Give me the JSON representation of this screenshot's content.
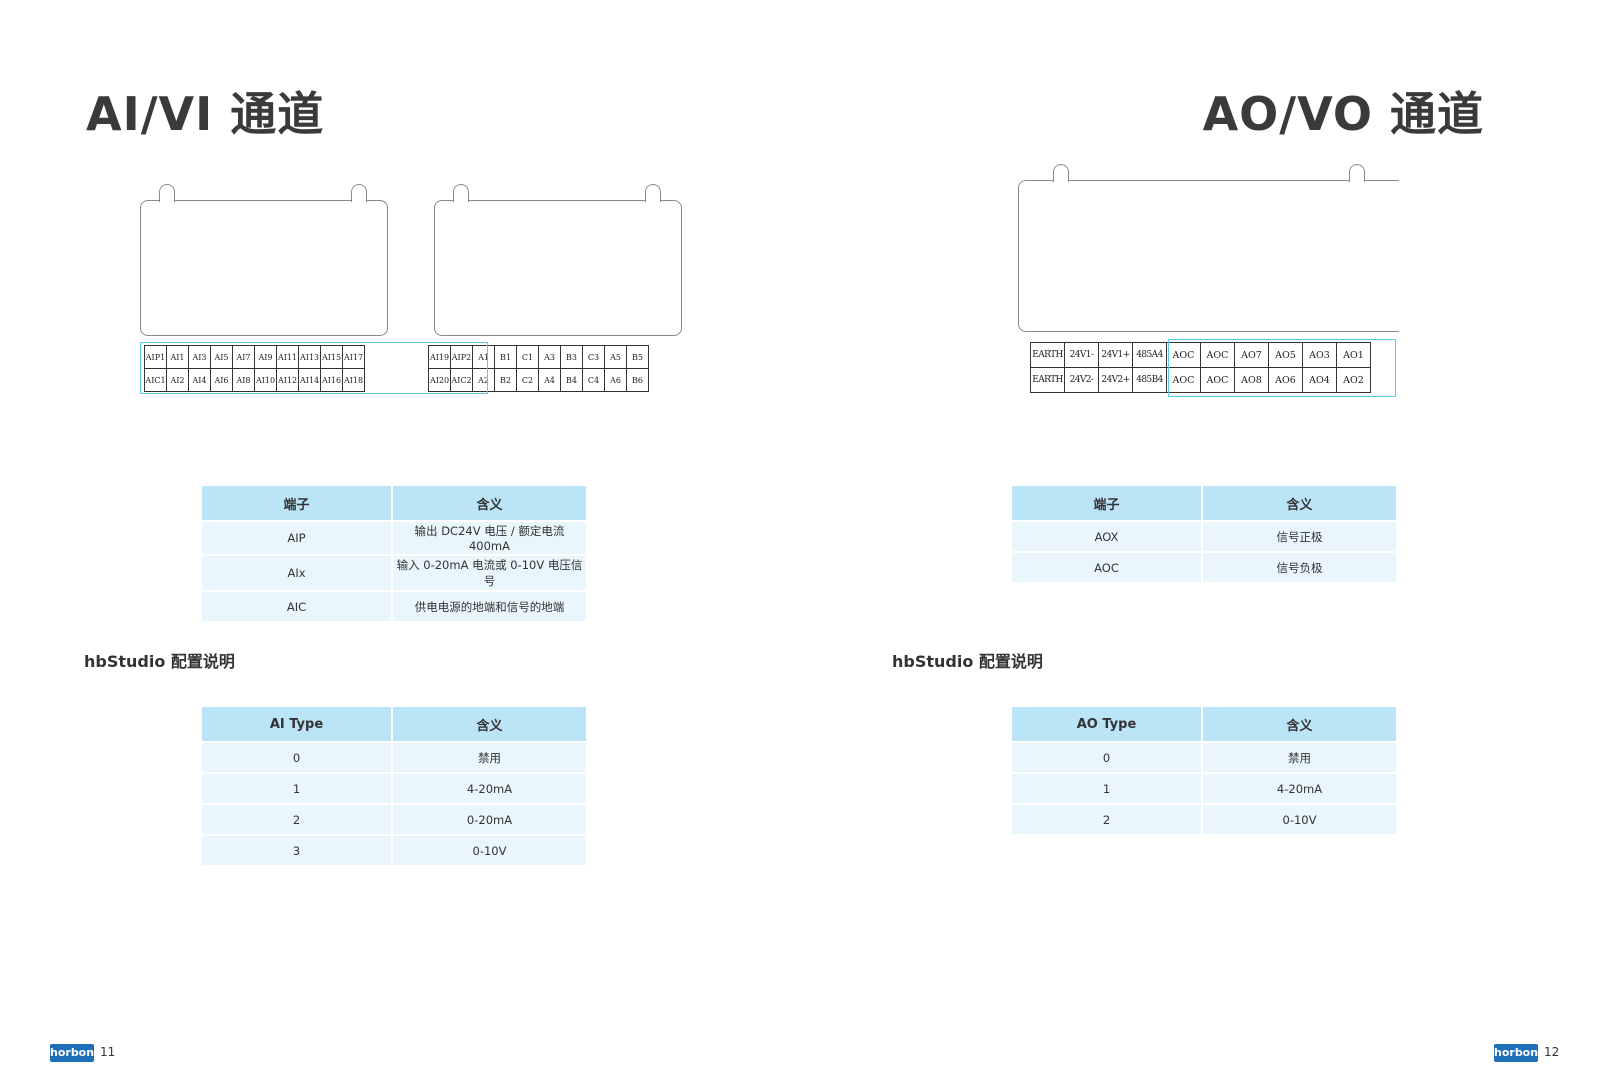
{
  "left": {
    "title": "AI/VI 通道",
    "strip_row1": [
      "AIP1",
      "AI1",
      "AI3",
      "AI5",
      "AI7",
      "AI9",
      "AI11",
      "AI13",
      "AI15",
      "AI17",
      "",
      "",
      "",
      "AI19",
      "AIP2",
      "A1",
      "B1",
      "C1",
      "A3",
      "B3",
      "C3",
      "A5",
      "B5"
    ],
    "strip_row2": [
      "AIC1",
      "AI2",
      "AI4",
      "AI6",
      "AI8",
      "AI10",
      "AI12",
      "AI14",
      "AI16",
      "AI18",
      "",
      "",
      "",
      "AI20",
      "AIC2",
      "A2",
      "B2",
      "C2",
      "A4",
      "B4",
      "C4",
      "A6",
      "B6"
    ],
    "terminal_table": {
      "headers": [
        "端子",
        "含义"
      ],
      "rows": [
        [
          "AIP",
          "输出 DC24V 电压 / 额定电流 400mA"
        ],
        [
          "AIx",
          "输入 0-20mA 电流或 0-10V 电压信号"
        ],
        [
          "AIC",
          "供电电源的地端和信号的地端"
        ]
      ]
    },
    "config_heading": "hbStudio 配置说明",
    "type_table": {
      "headers": [
        "AI Type",
        "含义"
      ],
      "rows": [
        [
          "0",
          "禁用"
        ],
        [
          "1",
          "4-20mA"
        ],
        [
          "2",
          "0-20mA"
        ],
        [
          "3",
          "0-10V"
        ]
      ]
    },
    "logo": "horbon",
    "page_number": "11"
  },
  "right": {
    "title": "AO/VO 通道",
    "strip_row1": [
      "EARTH",
      "24V1-",
      "24V1+",
      "485A4",
      "AOC",
      "AOC",
      "AO7",
      "AO5",
      "AO3",
      "AO1"
    ],
    "strip_row2": [
      "EARTH",
      "24V2-",
      "24V2+",
      "485B4",
      "AOC",
      "AOC",
      "AO8",
      "AO6",
      "AO4",
      "AO2"
    ],
    "terminal_table": {
      "headers": [
        "端子",
        "含义"
      ],
      "rows": [
        [
          "AOX",
          "信号正极"
        ],
        [
          "AOC",
          "信号负极"
        ]
      ]
    },
    "config_heading": "hbStudio 配置说明",
    "type_table": {
      "headers": [
        "AO Type",
        "含义"
      ],
      "rows": [
        [
          "0",
          "禁用"
        ],
        [
          "1",
          "4-20mA"
        ],
        [
          "2",
          "0-10V"
        ]
      ]
    },
    "logo": "horbon",
    "page_number": "12"
  },
  "colors": {
    "table_header": "#bbe4f7",
    "table_row": "#e9f6fc",
    "group_outline": "#5ec8e8",
    "brand": "#1e6fb8"
  }
}
